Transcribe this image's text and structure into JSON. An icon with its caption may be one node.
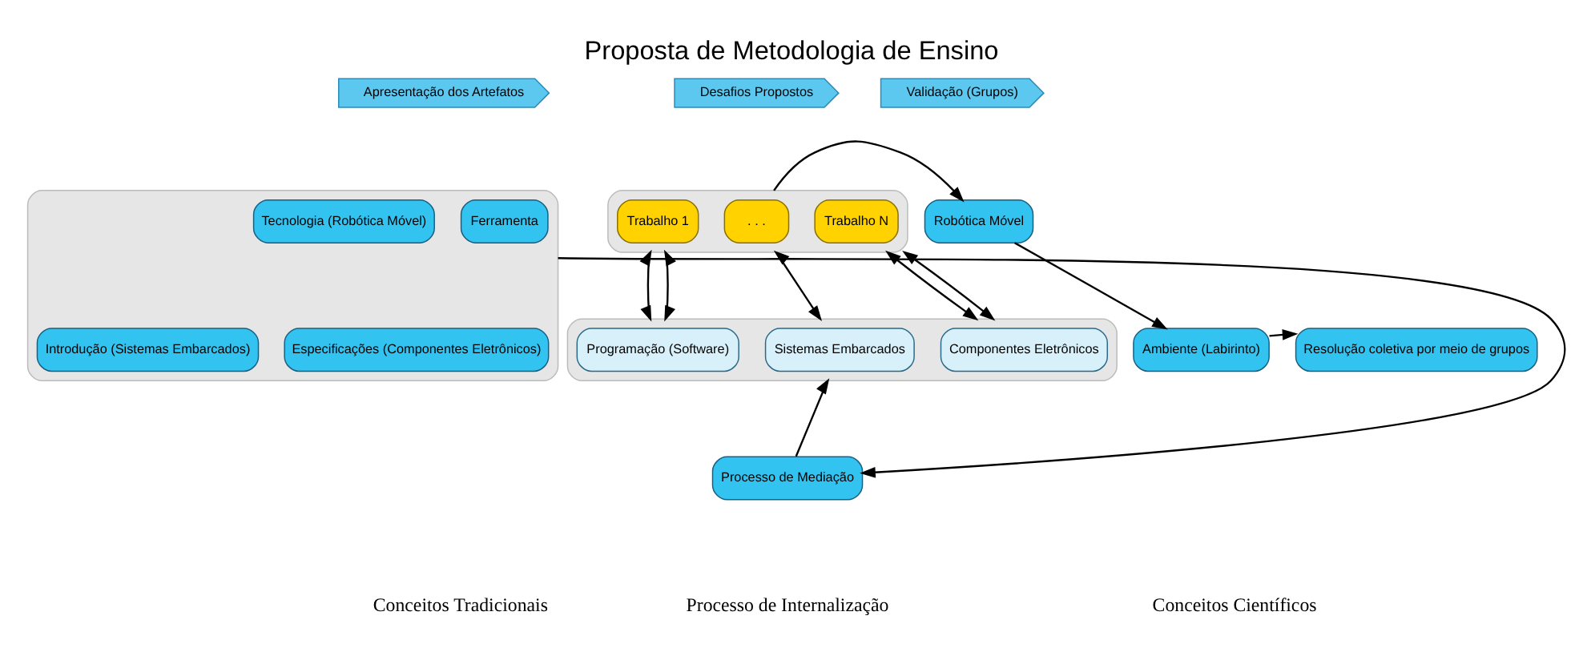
{
  "diagram": {
    "title": "Proposta de Metodologia de Ensino",
    "nodes": [
      {
        "text": [],
        "shape": "box"
      },
      {
        "text": [
          "Tecnologia (Robótica Móvel)"
        ],
        "in": 0
      },
      {
        "text": [
          "Ferramenta"
        ],
        "in": 0
      },
      {
        "text": [
          "Introdução (Sistemas Embarcados)"
        ],
        "in": 0
      },
      {
        "text": [
          "Especificações (Componentes Eletrônicos)"
        ],
        "in": 0
      },
      {
        "text": [],
        "shape": "box"
      },
      {
        "text": [
          "Trabalho 1"
        ],
        "in": 5
      },
      {
        "text": [
          ". . ."
        ],
        "in": 5
      },
      {
        "text": [
          "Trabalho N"
        ],
        "in": 5
      },
      {
        "text": [],
        "shape": "box"
      },
      {
        "text": [
          "Sistemas Embarcados"
        ],
        "in": 9
      },
      {
        "text": [
          "Componentes Eletrônicos"
        ],
        "in": 9
      },
      {
        "text": [
          "Programação (Software)"
        ],
        "in": 9
      },
      {
        "text": [
          "Robótica Móvel"
        ]
      },
      {
        "text": [
          "Ambiente (Labirinto)"
        ]
      },
      {
        "text": [
          "Resolução coletiva por meio de grupos"
        ]
      },
      {
        "text": [
          "Processo de Mediação"
        ]
      },
      {
        "text": [
          "Apresentação dos Artefatos"
        ]
      },
      {
        "text": [
          "Desafios Propostos"
        ]
      },
      {
        "text": [
          "Validação (Grupos)"
        ]
      }
    ],
    "edges": [
      {
        "from": 0,
        "to": 16,
        "arrow": "to"
      },
      {
        "from": 16,
        "to": 9,
        "arrow": "to"
      },
      {
        "from": 5,
        "to": 9,
        "arrow": "both"
      },
      {
        "from": 5,
        "to": 9,
        "arrow": "both"
      },
      {
        "from": 5,
        "to": 9,
        "arrow": "both"
      },
      {
        "from": 5,
        "to": 9,
        "arrow": "both"
      },
      {
        "from": 5,
        "to": 9,
        "arrow": "both"
      },
      {
        "from": 5,
        "to": 13,
        "arrow": "to"
      },
      {
        "from": 13,
        "to": 14,
        "arrow": "to"
      },
      {
        "from": 14,
        "to": 15,
        "arrow": "to"
      }
    ],
    "labels": [
      "Conceitos Tradicionais",
      "Processo de Internalização",
      "Conceitos Científicos"
    ]
  }
}
